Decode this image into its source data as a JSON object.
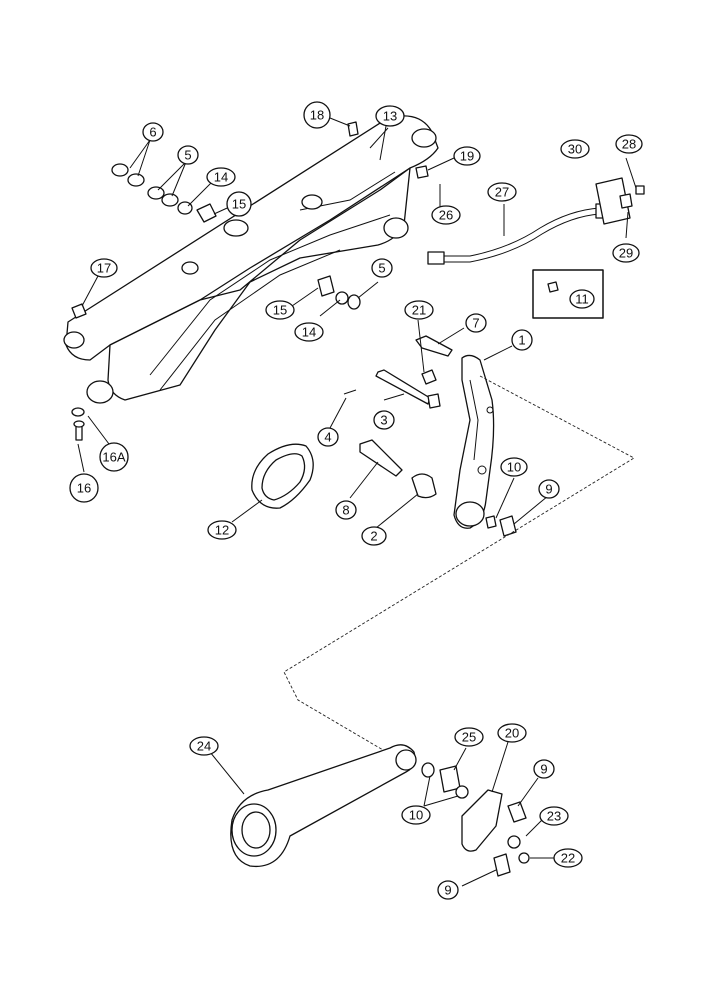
{
  "callouts": {
    "c1": "1",
    "c2": "2",
    "c3": "3",
    "c4": "4",
    "c5a": "5",
    "c5b": "5",
    "c6": "6",
    "c7": "7",
    "c8": "8",
    "c9a": "9",
    "c9b": "9",
    "c9c": "9",
    "c10a": "10",
    "c10b": "10",
    "c11": "11",
    "c12": "12",
    "c13": "13",
    "c14a": "14",
    "c14b": "14",
    "c15a": "15",
    "c15b": "15",
    "c16": "16",
    "c16a": "16A",
    "c17": "17",
    "c18": "18",
    "c19": "19",
    "c20": "20",
    "c21": "21",
    "c22": "22",
    "c23": "23",
    "c24": "24",
    "c25": "25",
    "c26": "26",
    "c27": "27",
    "c28": "28",
    "c29": "29",
    "c30": "30"
  }
}
